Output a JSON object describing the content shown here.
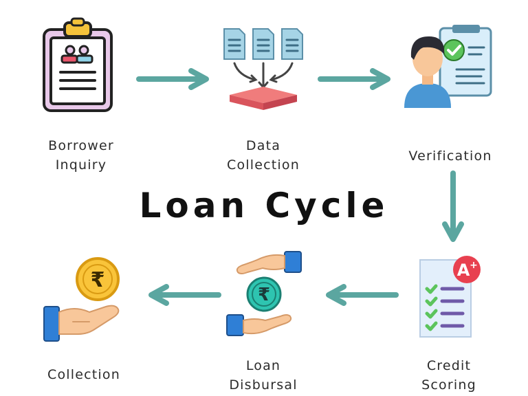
{
  "title": "Loan Cycle",
  "steps": [
    {
      "line1": "Borrower",
      "line2": "Inquiry",
      "icon": "clipboard-icon"
    },
    {
      "line1": "Data",
      "line2": "Collection",
      "icon": "documents-merge-icon"
    },
    {
      "line1": "Verification",
      "line2": "",
      "icon": "verified-person-icon"
    },
    {
      "line1": "Credit",
      "line2": "Scoring",
      "icon": "checklist-grade-icon"
    },
    {
      "line1": "Loan",
      "line2": "Disbursal",
      "icon": "hand-exchange-rupee-icon"
    },
    {
      "line1": "Collection",
      "line2": "",
      "icon": "hand-rupee-coin-icon"
    }
  ],
  "colors": {
    "arrow": "#5ba6a0",
    "text": "#2b2b2b",
    "title": "#111111"
  }
}
